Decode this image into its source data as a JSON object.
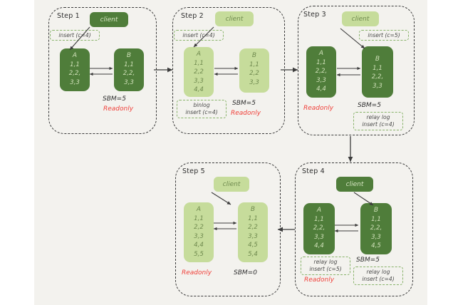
{
  "canvas": {
    "background": "#f3f2ee",
    "page_background": "#ffffff"
  },
  "colors": {
    "node_dark": "#4f7d3a",
    "node_light": "#c6dc9b",
    "text_dark_node": "#cfe0b8",
    "text_light_node": "#6f8a4e",
    "readonly_red": "#f0403a",
    "dashed_border": "#3a3a3a",
    "tag_border": "#88b36a"
  },
  "steps": [
    {
      "id": "step-1",
      "label": "Step 1",
      "client": {
        "label": "client",
        "shade": "dark"
      },
      "insert_tag": "insert (c=4)",
      "node_a": {
        "title": "A",
        "shade": "dark",
        "rows": [
          "1,1",
          "2,2,",
          "3,3"
        ]
      },
      "node_b": {
        "title": "B",
        "shade": "dark",
        "rows": [
          "1,1",
          "2,2,",
          "3,3"
        ]
      },
      "sbm": "SBM=5",
      "readonly": "Readonly"
    },
    {
      "id": "step-2",
      "label": "Step 2",
      "client": {
        "label": "client",
        "shade": "light"
      },
      "insert_tag": "insert (c=4)",
      "node_a": {
        "title": "A",
        "shade": "light",
        "rows": [
          "1,1",
          "2,2",
          "3,3",
          "4,4"
        ]
      },
      "node_b": {
        "title": "B",
        "shade": "light",
        "rows": [
          "1,1",
          "2,2",
          "3,3"
        ]
      },
      "binlog_tag": {
        "line1": "binlog",
        "line2": "insert (c=4)"
      },
      "sbm": "SBM=5",
      "readonly": "Readonly"
    },
    {
      "id": "step-3",
      "label": "Step 3",
      "client": {
        "label": "client",
        "shade": "light"
      },
      "insert_tag": "insert (c=5)",
      "node_a": {
        "title": "A",
        "shade": "dark",
        "rows": [
          "1,1",
          "2,2,",
          "3,3",
          "4,4"
        ]
      },
      "node_b": {
        "title": "B",
        "shade": "dark",
        "rows": [
          "1,1",
          "2,2,",
          "3,3"
        ]
      },
      "relay_tag": {
        "line1": "relay log",
        "line2": "insert (c=4)"
      },
      "sbm": "SBM=5",
      "readonly": "Readonly"
    },
    {
      "id": "step-4",
      "label": "Step 4",
      "client": {
        "label": "client",
        "shade": "dark"
      },
      "node_a": {
        "title": "A",
        "shade": "dark",
        "rows": [
          "1,1",
          "2,2,",
          "3,3",
          "4,4"
        ]
      },
      "node_b": {
        "title": "B",
        "shade": "dark",
        "rows": [
          "1,1",
          "2,2,",
          "3,3",
          "4,5"
        ]
      },
      "relay_tag_a": {
        "line1": "relay log",
        "line2": "insert (c=5)"
      },
      "relay_tag_b": {
        "line1": "relay log",
        "line2": "insert (c=4)"
      },
      "sbm": "SBM=5",
      "readonly": "Readonly"
    },
    {
      "id": "step-5",
      "label": "Step 5",
      "client": {
        "label": "client",
        "shade": "light"
      },
      "node_a": {
        "title": "A",
        "shade": "light",
        "rows": [
          "1,1",
          "2,2",
          "3,3",
          "4,4",
          "5,5"
        ]
      },
      "node_b": {
        "title": "B",
        "shade": "light",
        "rows": [
          "1,1",
          "2,2",
          "3,3",
          "4,5",
          "5,4"
        ]
      },
      "sbm": "SBM=0",
      "readonly": "Readonly"
    }
  ],
  "connectors": [
    {
      "name": "step1-to-step2",
      "direction": "right"
    },
    {
      "name": "step2-to-step3",
      "direction": "right"
    },
    {
      "name": "step3-to-step4",
      "direction": "down"
    },
    {
      "name": "step4-to-step5",
      "direction": "left"
    }
  ]
}
